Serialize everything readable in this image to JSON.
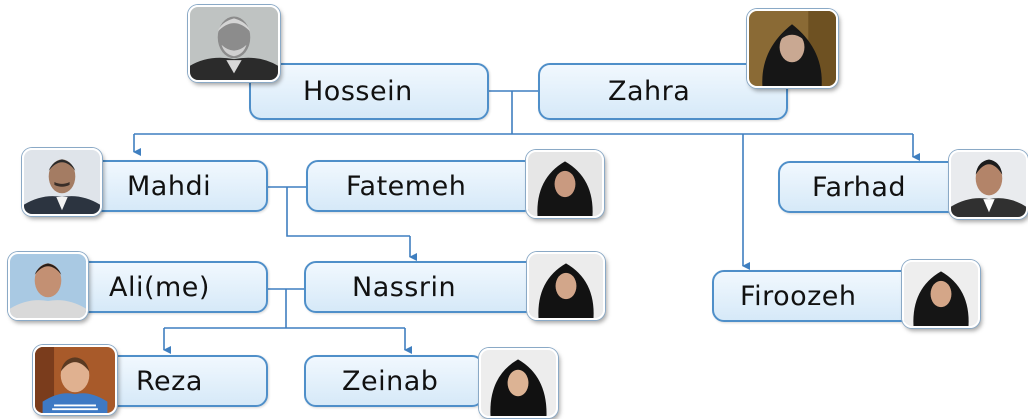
{
  "tree": {
    "hossein": {
      "name": "Hossein",
      "photo_icon": "elderly-man-portrait-icon"
    },
    "zahra": {
      "name": "Zahra",
      "photo_icon": "elderly-woman-portrait-icon"
    },
    "mahdi": {
      "name": "Mahdi",
      "photo_icon": "man-portrait-icon"
    },
    "fatemeh": {
      "name": "Fatemeh",
      "photo_icon": "woman-hijab-portrait-icon"
    },
    "farhad": {
      "name": "Farhad",
      "photo_icon": "young-man-portrait-icon"
    },
    "firoozeh": {
      "name": "Firoozeh",
      "photo_icon": "woman-hijab-portrait-icon"
    },
    "ali": {
      "name": "Ali(me)",
      "photo_icon": "man-portrait-icon"
    },
    "nassrin": {
      "name": "Nassrin",
      "photo_icon": "woman-hijab-portrait-icon"
    },
    "reza": {
      "name": "Reza",
      "photo_icon": "boy-portrait-icon"
    },
    "zeinab": {
      "name": "Zeinab",
      "photo_icon": "girl-hijab-portrait-icon"
    }
  },
  "colors": {
    "connector": "#3f7fc0",
    "node_border": "#4f8fc9",
    "node_fill": "#dcecfa"
  }
}
